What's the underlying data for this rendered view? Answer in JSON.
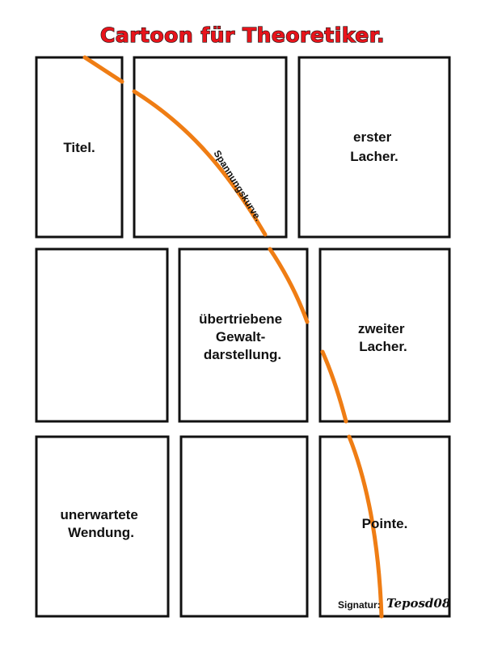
{
  "title": "Cartoon für Theoretiker.",
  "colors": {
    "title_fill": "#e8141b",
    "curve": "#ef7d14",
    "panel_border": "#111111"
  },
  "panels": [
    {
      "id": "p1",
      "lines": [
        "Titel."
      ]
    },
    {
      "id": "p2",
      "lines": []
    },
    {
      "id": "p3",
      "lines": [
        "erster",
        "Lacher."
      ]
    },
    {
      "id": "p4",
      "lines": []
    },
    {
      "id": "p5",
      "lines": [
        "übertriebene",
        "Gewalt-",
        "darstellung."
      ]
    },
    {
      "id": "p6",
      "lines": [
        "zweiter",
        "Lacher."
      ]
    },
    {
      "id": "p7",
      "lines": [
        "unerwartete",
        "Wendung."
      ]
    },
    {
      "id": "p8",
      "lines": []
    },
    {
      "id": "p9",
      "lines": [
        "Pointe."
      ]
    }
  ],
  "curve_label": "Spannungskurve.",
  "signature": {
    "label": "Signatur:",
    "name": "Teposd08"
  }
}
